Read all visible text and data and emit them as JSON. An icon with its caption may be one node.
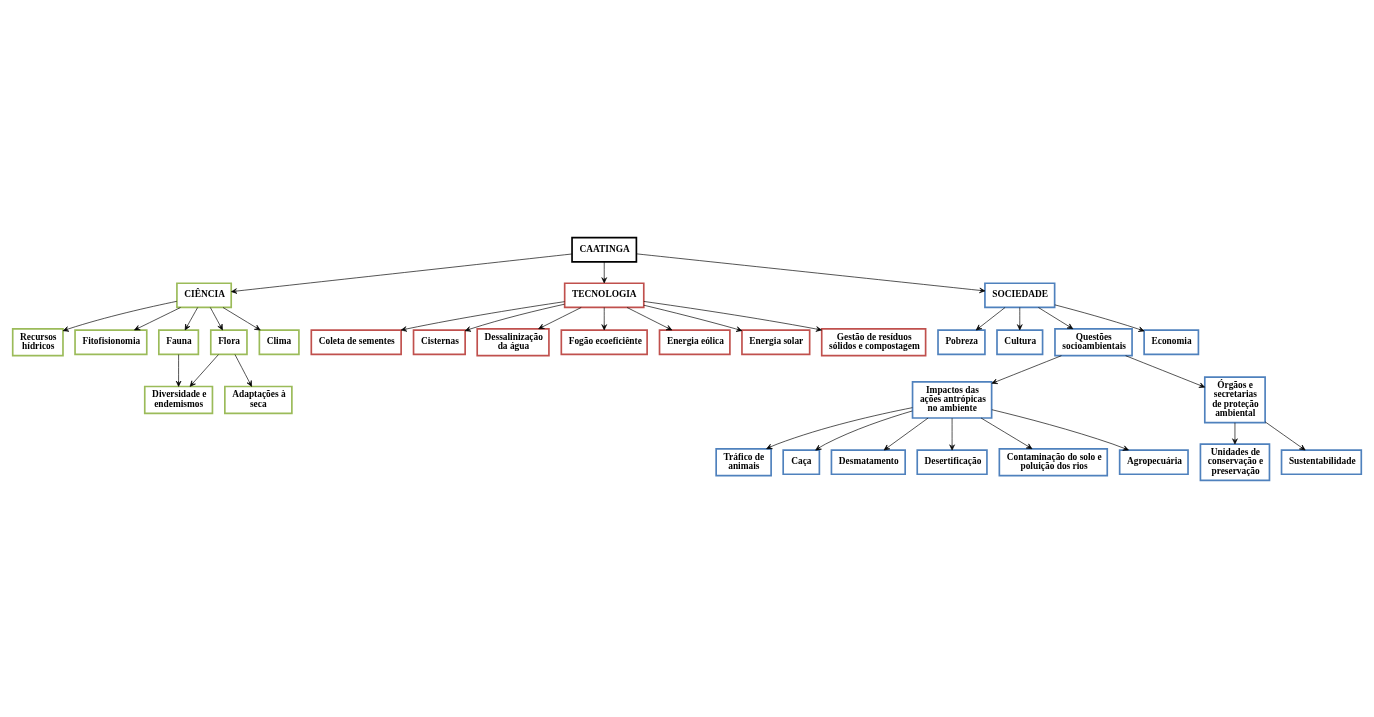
{
  "diagram": {
    "nodes": [
      {
        "text": [
          "CAATINGA"
        ]
      },
      {
        "text": [
          "CIÊNCIA"
        ]
      },
      {
        "text": [
          "TECNOLOGIA"
        ]
      },
      {
        "text": [
          "SOCIEDADE"
        ]
      },
      {
        "text": [
          "Recursos hídricos"
        ]
      },
      {
        "text": [
          "Fitofisionomia"
        ]
      },
      {
        "text": [
          "Fauna"
        ]
      },
      {
        "text": [
          "Flora"
        ]
      },
      {
        "text": [
          "Clima"
        ]
      },
      {
        "text": [
          "Diversidade e endemismos"
        ]
      },
      {
        "text": [
          "Adaptações à seca"
        ]
      },
      {
        "text": [
          "Coleta de sementes"
        ]
      },
      {
        "text": [
          "Cisternas"
        ]
      },
      {
        "text": [
          "Dessalinização da água"
        ]
      },
      {
        "text": [
          "Fogão ecoeficiênte"
        ]
      },
      {
        "text": [
          "Energia eólica"
        ]
      },
      {
        "text": [
          "Energia solar"
        ]
      },
      {
        "text": [
          "Gestão de resíduos sólidos e compostagem"
        ]
      },
      {
        "text": [
          "Pobreza"
        ]
      },
      {
        "text": [
          "Cultura"
        ]
      },
      {
        "text": [
          "Questões socioambientais"
        ]
      },
      {
        "text": [
          "Economia"
        ]
      },
      {
        "text": [
          "Impactos das ações antrópicas no ambiente"
        ]
      },
      {
        "text": [
          "Órgãos e secretarias de proteção ambiental"
        ]
      },
      {
        "text": [
          "Tráfico de animais"
        ]
      },
      {
        "text": [
          "Caça"
        ]
      },
      {
        "text": [
          "Desmatamento"
        ]
      },
      {
        "text": [
          "Desertificação"
        ]
      },
      {
        "text": [
          "Contaminação do solo e poluição dos rios"
        ]
      },
      {
        "text": [
          "Agropecuária"
        ]
      },
      {
        "text": [
          "Unidades de conservação e preservação"
        ]
      },
      {
        "text": [
          "Sustentabilidade"
        ]
      }
    ],
    "edges": [
      {
        "from": 0,
        "to": 1,
        "arrow": "to"
      },
      {
        "from": 0,
        "to": 2,
        "arrow": "to"
      },
      {
        "from": 0,
        "to": 3,
        "arrow": "to"
      },
      {
        "from": 1,
        "to": 4,
        "arrow": "to"
      },
      {
        "from": 1,
        "to": 5,
        "arrow": "to"
      },
      {
        "from": 1,
        "to": 6,
        "arrow": "to"
      },
      {
        "from": 1,
        "to": 7,
        "arrow": "to"
      },
      {
        "from": 1,
        "to": 8,
        "arrow": "to"
      },
      {
        "from": 6,
        "to": 9,
        "arrow": "to"
      },
      {
        "from": 7,
        "to": 9,
        "arrow": "to"
      },
      {
        "from": 7,
        "to": 10,
        "arrow": "to"
      },
      {
        "from": 2,
        "to": 11,
        "arrow": "to"
      },
      {
        "from": 2,
        "to": 12,
        "arrow": "to"
      },
      {
        "from": 2,
        "to": 13,
        "arrow": "to"
      },
      {
        "from": 2,
        "to": 14,
        "arrow": "to"
      },
      {
        "from": 2,
        "to": 15,
        "arrow": "to"
      },
      {
        "from": 2,
        "to": 16,
        "arrow": "to"
      },
      {
        "from": 2,
        "to": 17,
        "arrow": "to"
      },
      {
        "from": 3,
        "to": 18,
        "arrow": "to"
      },
      {
        "from": 3,
        "to": 21,
        "arrow": "to"
      },
      {
        "from": 3,
        "to": 19,
        "arrow": "to"
      },
      {
        "from": 3,
        "to": 20,
        "arrow": "to"
      },
      {
        "from": 20,
        "to": 22,
        "arrow": "to"
      },
      {
        "from": 20,
        "to": 23,
        "arrow": "to"
      },
      {
        "from": 22,
        "to": 24,
        "arrow": "to"
      },
      {
        "from": 22,
        "to": 25,
        "arrow": "to"
      },
      {
        "from": 22,
        "to": 26,
        "arrow": "to"
      },
      {
        "from": 22,
        "to": 27,
        "arrow": "to"
      },
      {
        "from": 22,
        "to": 28,
        "arrow": "to"
      },
      {
        "from": 22,
        "to": 29,
        "arrow": "to"
      },
      {
        "from": 23,
        "to": 30,
        "arrow": "to"
      },
      {
        "from": 23,
        "to": 31,
        "arrow": "to"
      }
    ]
  }
}
